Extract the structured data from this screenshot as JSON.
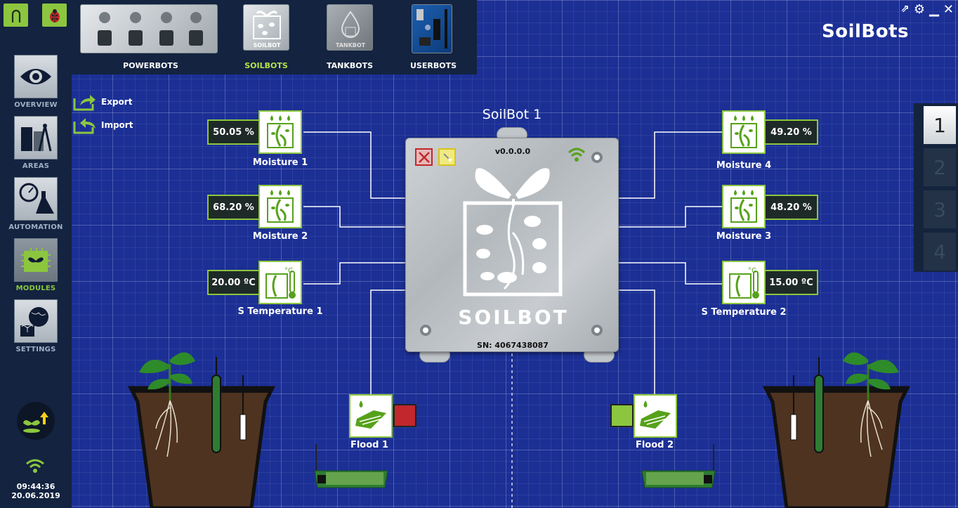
{
  "app": {
    "title": "SoilBots"
  },
  "categories": [
    {
      "label": "POWERBOTS",
      "active": false
    },
    {
      "label": "SOILBOTS",
      "active": true
    },
    {
      "label": "TANKBOTS",
      "active": false
    },
    {
      "label": "USERBOTS",
      "active": false
    }
  ],
  "sidebar": {
    "items": [
      {
        "label": "OVERVIEW",
        "icon": "eye-icon"
      },
      {
        "label": "AREAS",
        "icon": "map-tools-icon"
      },
      {
        "label": "AUTOMATION",
        "icon": "gauge-flask-icon"
      },
      {
        "label": "MODULES",
        "icon": "chip-plant-icon",
        "active": true
      },
      {
        "label": "SETTINGS",
        "icon": "globe-plant-icon"
      }
    ],
    "time": "09:44:36",
    "date": "20.06.2019"
  },
  "actions": {
    "export": "Export",
    "import": "Import"
  },
  "device": {
    "title": "SoilBot 1",
    "version": "v0.0.0.0",
    "serial": "SN: 4067438087",
    "brand": "SOILBOT"
  },
  "sensors": {
    "m1": {
      "label": "Moisture 1",
      "value": "50.05 %"
    },
    "m2": {
      "label": "Moisture 2",
      "value": "68.20 %"
    },
    "t1": {
      "label": "S Temperature 1",
      "value": "20.00 ºC"
    },
    "m4": {
      "label": "Moisture 4",
      "value": "49.20 %"
    },
    "m3": {
      "label": "Moisture 3",
      "value": "48.20 %"
    },
    "t2": {
      "label": "S Temperature 2",
      "value": "15.00 ºC"
    }
  },
  "flood": {
    "f1": {
      "label": "Flood 1",
      "color": "#c1272d"
    },
    "f2": {
      "label": "Flood 2",
      "color": "#8cc63f"
    }
  },
  "pages": [
    "1",
    "2",
    "3",
    "4"
  ],
  "colors": {
    "accent": "#8cc63f",
    "background": "#1b2f95",
    "panel": "#132340"
  }
}
